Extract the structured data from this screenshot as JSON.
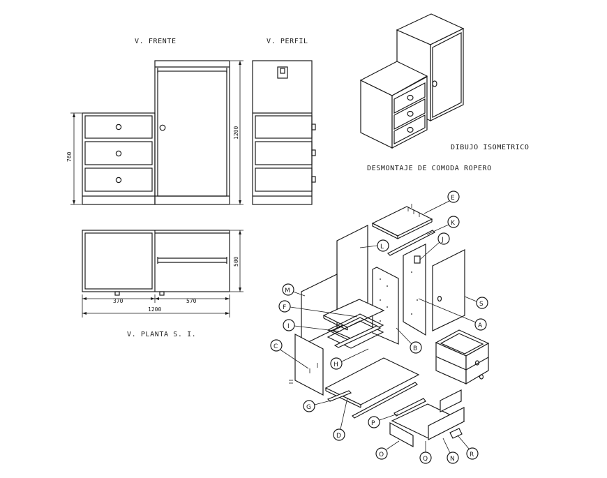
{
  "views": {
    "front_title": "V. FRENTE",
    "profile_title": "V. PERFIL",
    "plan_title": "V. PLANTA S. I.",
    "iso_title": "DIBUJO ISOMETRICO",
    "exploded_title": "DESMONTAJE DE COMODA ROPERO"
  },
  "dimensions": {
    "front_left_height": "760",
    "front_total_height": "1200",
    "plan_depth": "500",
    "plan_left_width": "370",
    "plan_right_width": "570",
    "plan_total_width": "1200"
  },
  "parts": {
    "A": "A",
    "B": "B",
    "C": "C",
    "D": "D",
    "E": "E",
    "F": "F",
    "G": "G",
    "H": "H",
    "I": "I",
    "J": "J",
    "K": "K",
    "L": "L",
    "M": "M",
    "N": "N",
    "O": "O",
    "P": "P",
    "Q": "Q",
    "R": "R",
    "S": "S"
  }
}
